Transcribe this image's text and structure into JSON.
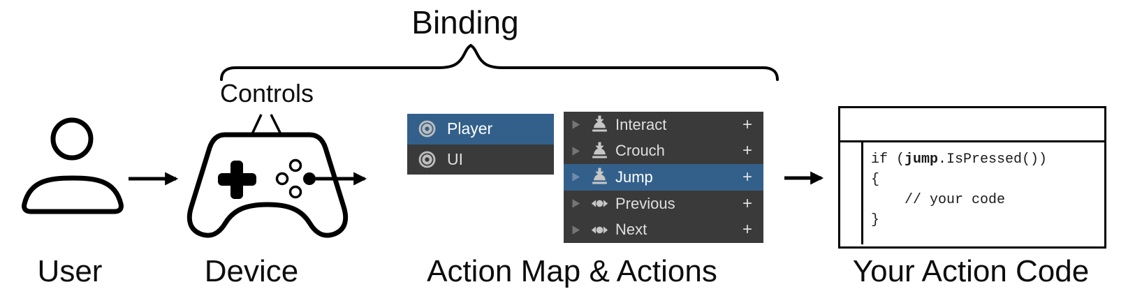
{
  "binding_label": "Binding",
  "controls_label": "Controls",
  "bottom_labels": {
    "user": "User",
    "device": "Device",
    "action_map": "Action Map & Actions",
    "action_code": "Your Action Code"
  },
  "action_map_panel": {
    "rows": [
      {
        "label": "Player",
        "icon": "action-map-radio-icon",
        "selected": true
      },
      {
        "label": "UI",
        "icon": "action-map-radio-icon",
        "selected": false
      }
    ]
  },
  "actions_panel": {
    "rows": [
      {
        "label": "Interact",
        "icon": "button-action-icon",
        "add": "+",
        "selected": false
      },
      {
        "label": "Crouch",
        "icon": "button-action-icon",
        "add": "+",
        "selected": false
      },
      {
        "label": "Jump",
        "icon": "button-action-icon",
        "add": "+",
        "selected": true
      },
      {
        "label": "Previous",
        "icon": "axis-action-icon",
        "add": "+",
        "selected": false
      },
      {
        "label": "Next",
        "icon": "axis-action-icon",
        "add": "+",
        "selected": false
      }
    ]
  },
  "code_panel": {
    "line1_pre": "if (",
    "line1_bold": "jump",
    "line1_post": ".IsPressed())",
    "line2": "{",
    "line3": "    // your code",
    "line4": "}"
  },
  "colors": {
    "selection_blue": "#33608b",
    "panel_dark": "#3a3a3a",
    "icon_gray": "#c6c6c6",
    "row_text": "#dfdfdf",
    "selected_text": "#ffffff"
  }
}
